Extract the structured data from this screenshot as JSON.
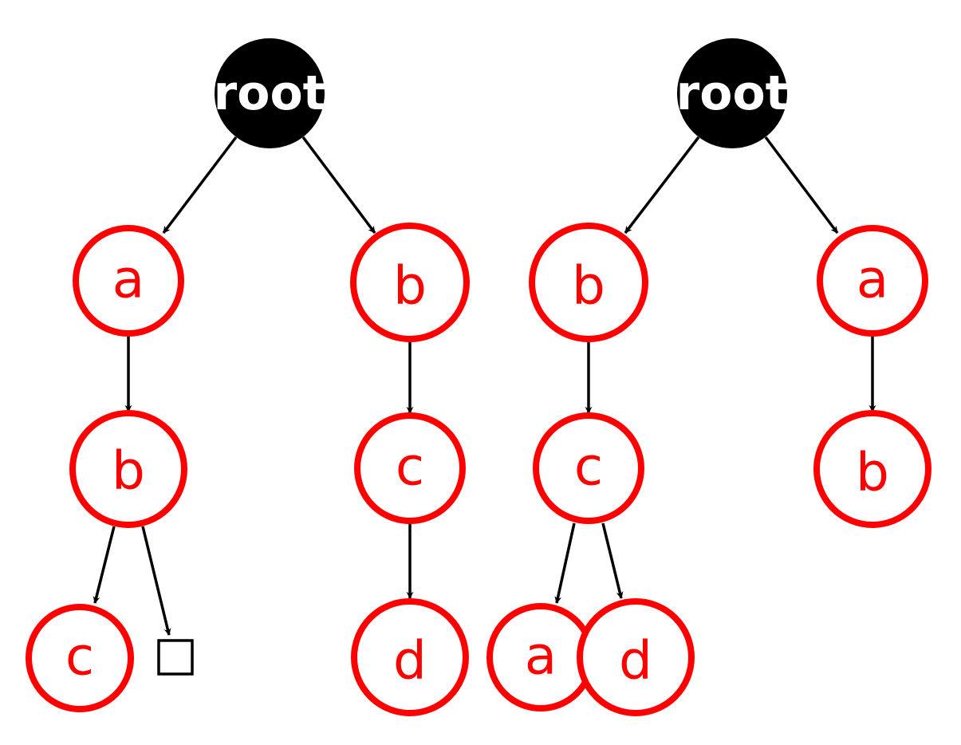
{
  "colors": {
    "node_stroke": "#ff0000",
    "root_fill": "#000000",
    "edge": "#000000"
  },
  "trees": [
    {
      "root_label": "root",
      "nodes": [
        {
          "id": "t1-a",
          "label": "a"
        },
        {
          "id": "t1-b",
          "label": "b"
        },
        {
          "id": "t1-c",
          "label": "c"
        },
        {
          "id": "t1-b2",
          "label": "b"
        },
        {
          "id": "t1-c2",
          "label": "c"
        },
        {
          "id": "t1-d",
          "label": "d"
        }
      ],
      "edges": [
        [
          "root",
          "t1-a"
        ],
        [
          "root",
          "t1-b2"
        ],
        [
          "t1-a",
          "t1-b"
        ],
        [
          "t1-b",
          "t1-c"
        ],
        [
          "t1-b",
          "t1-box"
        ],
        [
          "t1-b2",
          "t1-c2"
        ],
        [
          "t1-c2",
          "t1-d"
        ]
      ]
    },
    {
      "root_label": "root",
      "nodes": [
        {
          "id": "t2-b",
          "label": "b"
        },
        {
          "id": "t2-c",
          "label": "c"
        },
        {
          "id": "t2-a",
          "label": "a"
        },
        {
          "id": "t2-d",
          "label": "d"
        },
        {
          "id": "t2-a2",
          "label": "a"
        },
        {
          "id": "t2-b2",
          "label": "b"
        }
      ],
      "edges": [
        [
          "root",
          "t2-b"
        ],
        [
          "root",
          "t2-a2"
        ],
        [
          "t2-b",
          "t2-c"
        ],
        [
          "t2-c",
          "t2-a"
        ],
        [
          "t2-c",
          "t2-d"
        ],
        [
          "t2-a2",
          "t2-b2"
        ]
      ]
    }
  ]
}
